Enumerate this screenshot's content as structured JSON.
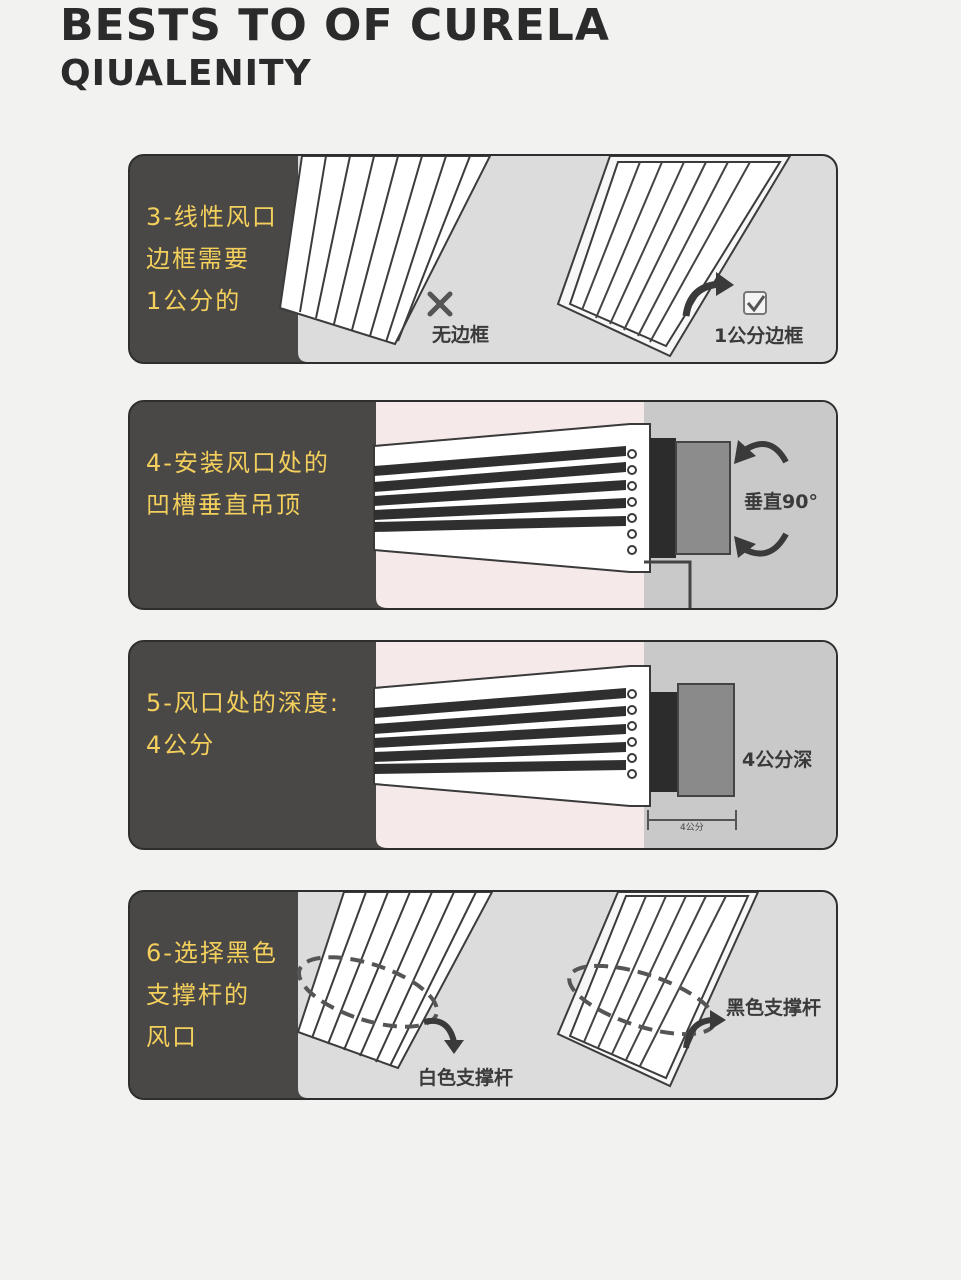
{
  "title": {
    "line1": "BESTS TO OF CURELA",
    "line2": "QIUALENITY"
  },
  "steps": [
    {
      "label": "3-线性风口\n边框需要\n1公分的",
      "captions": {
        "bad": "无边框",
        "good": "1公分边框"
      }
    },
    {
      "label": "4-安装风口处的\n凹槽垂直吊顶",
      "captions": {
        "angle": "垂直90°"
      }
    },
    {
      "label": "5-风口处的深度:\n4公分",
      "captions": {
        "depth": "4公分深",
        "dim": "4公分"
      }
    },
    {
      "label": "6-选择黑色\n支撑杆的\n风口",
      "captions": {
        "white": "白色支撑杆",
        "black": "黑色支撑杆"
      }
    }
  ],
  "icons": {
    "bad": "cross-icon",
    "good": "checkbox-icon"
  },
  "colors": {
    "label": "#f3cf5c",
    "dark_panel": "#4a4847",
    "light_panel": "#dcdcdc",
    "pink_panel": "#f6e9e9"
  }
}
